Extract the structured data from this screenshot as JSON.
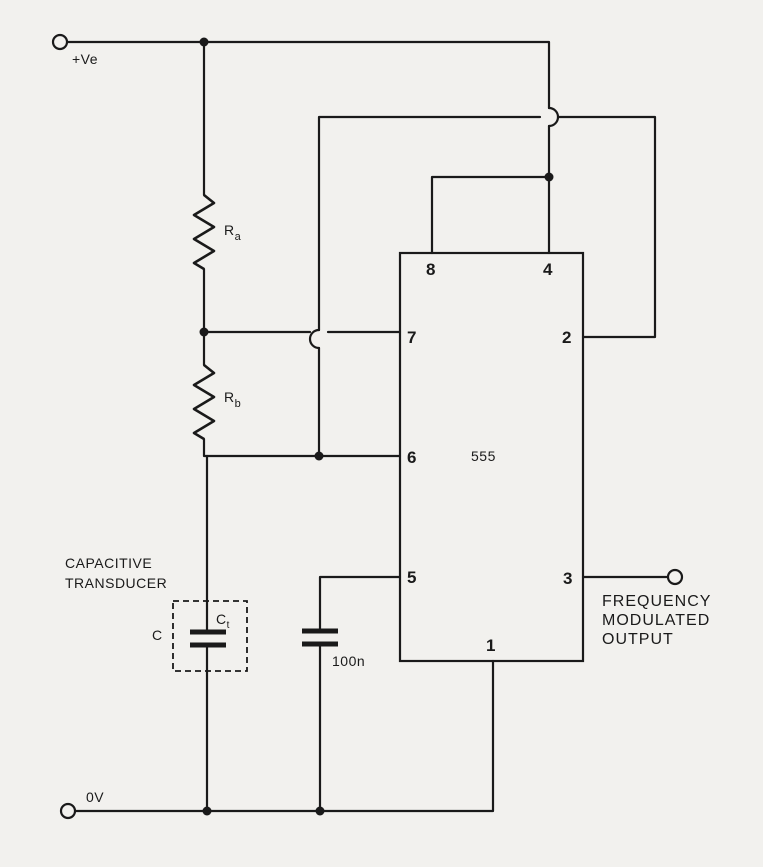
{
  "labels": {
    "supply": "+Ve",
    "ground": "0V",
    "ra_main": "R",
    "ra_sub": "a",
    "rb_main": "R",
    "rb_sub": "b",
    "chip": "555",
    "transducer_line1": "CAPACITIVE",
    "transducer_line2": "TRANSDUCER",
    "c": "C",
    "ct_main": "C",
    "ct_sub": "t",
    "cap_100n": "100n",
    "output_line1": "FREQUENCY",
    "output_line2": "MODULATED",
    "output_line3": "OUTPUT"
  },
  "pins": {
    "p8": "8",
    "p4": "4",
    "p7": "7",
    "p2": "2",
    "p6": "6",
    "p5": "5",
    "p3": "3",
    "p1": "1"
  },
  "colors": {
    "ink": "#1a1a1a",
    "paper": "#f2f1ee"
  }
}
